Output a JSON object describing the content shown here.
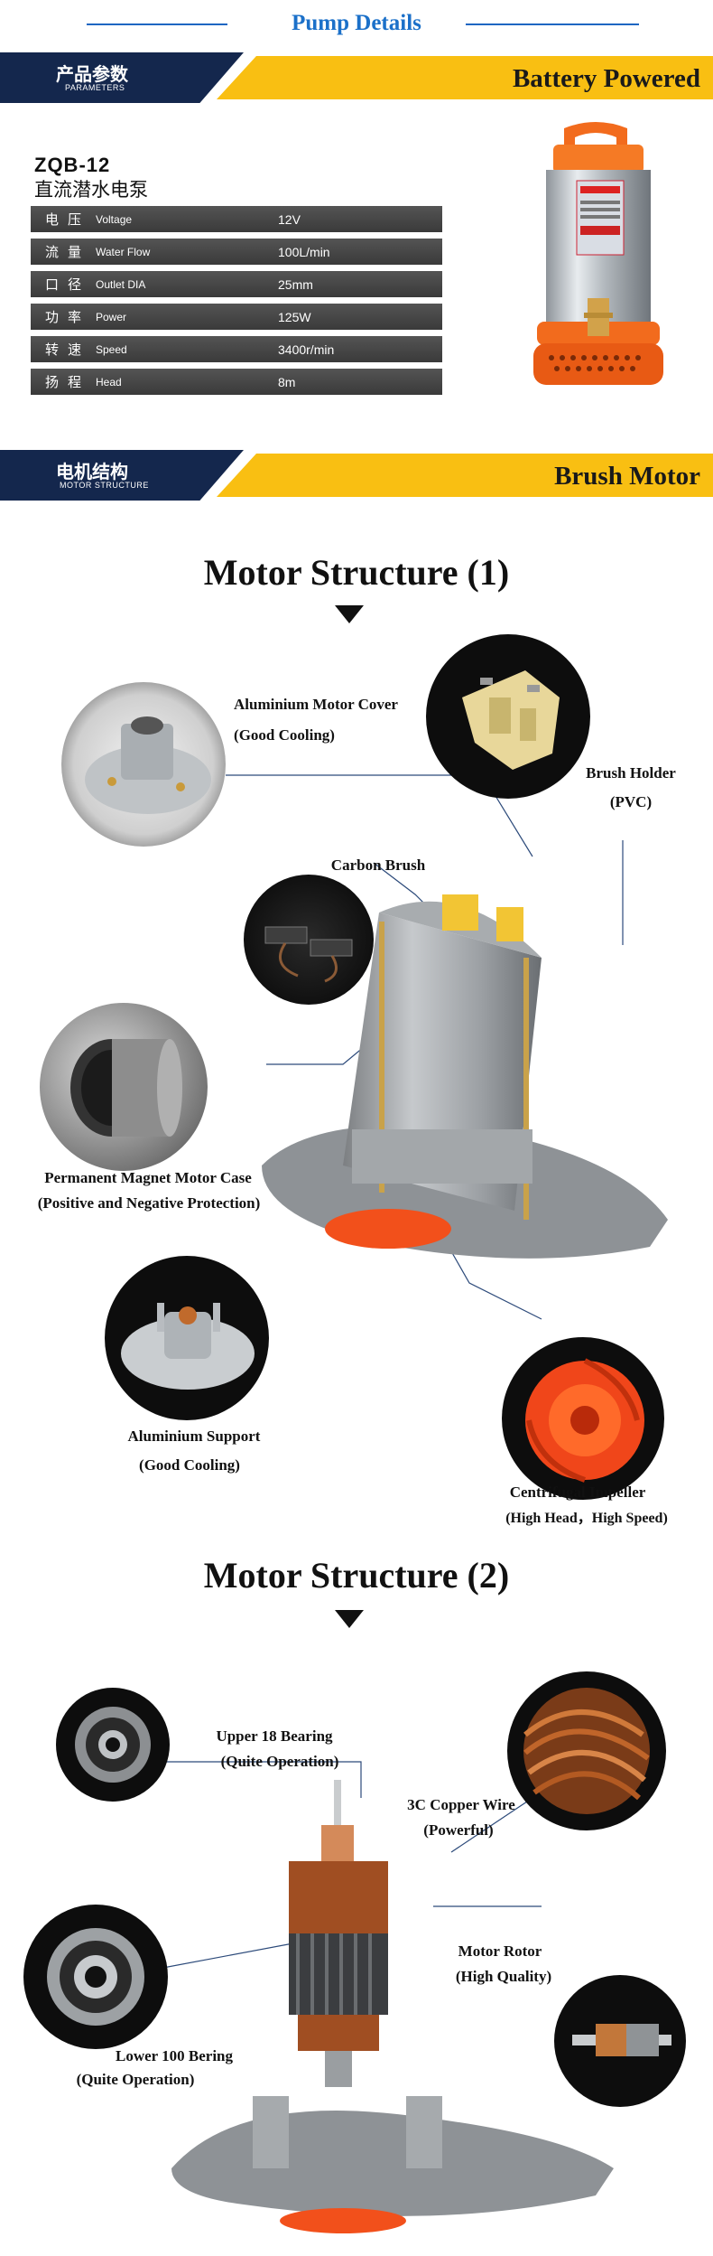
{
  "header": {
    "title": "Pump Details"
  },
  "banner1": {
    "cn": "产品参数",
    "en": "PARAMETERS",
    "title": "Battery Powered"
  },
  "product": {
    "model": "ZQB-12",
    "name_cn": "直流潜水电泵",
    "specs": [
      {
        "cn": "电压",
        "en": "Voltage",
        "value": "12V"
      },
      {
        "cn": "流量",
        "en": "Water Flow",
        "value": "100L/min"
      },
      {
        "cn": "口径",
        "en": "Outlet DIA",
        "value": "25mm"
      },
      {
        "cn": "功率",
        "en": "Power",
        "value": "125W"
      },
      {
        "cn": "转速",
        "en": "Speed",
        "value": "3400r/min"
      },
      {
        "cn": "扬程",
        "en": "Head",
        "value": "8m"
      }
    ]
  },
  "banner2": {
    "cn": "电机结构",
    "en": "MOTOR STRUCTURE",
    "title": "Brush Motor"
  },
  "section1": {
    "title": "Motor Structure (1)",
    "labels": {
      "cover_a": "Aluminium Motor Cover",
      "cover_b": "(Good Cooling)",
      "holder_a": "Brush Holder",
      "holder_b": "(PVC)",
      "carbon": "Carbon Brush",
      "magnet_a": "Permanent Magnet Motor Case",
      "magnet_b": "(Positive and Negative Protection)",
      "support_a": "Aluminium Support",
      "support_b": "(Good Cooling)",
      "impeller_a": "Centrifugal Impeller",
      "impeller_b": "(High Head，High Speed)"
    }
  },
  "section2": {
    "title": "Motor Structure (2)",
    "labels": {
      "upper_a": "Upper 18 Bearing",
      "upper_b": "(Quite Operation)",
      "copper_a": "3C Copper Wire",
      "copper_b": "(Powerful)",
      "rotor_a": "Motor Rotor",
      "rotor_b": "(High Quality)",
      "lower_a": "Lower 100 Bering",
      "lower_b": "(Quite Operation)"
    }
  },
  "colors": {
    "navy": "#14274d",
    "yellow": "#f9bf12",
    "blue": "#1b70c9",
    "orange": "#f26b1d"
  }
}
